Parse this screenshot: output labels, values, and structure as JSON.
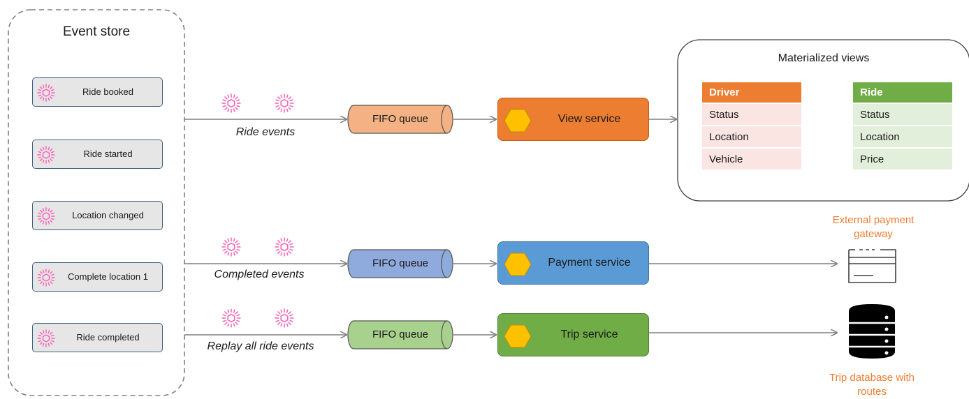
{
  "event_store": {
    "title": "Event store",
    "events": [
      {
        "label": "Ride booked"
      },
      {
        "label": "Ride started"
      },
      {
        "label": "Location changed"
      },
      {
        "label": "Complete location 1"
      },
      {
        "label": "Ride completed"
      }
    ]
  },
  "flows": [
    {
      "label": "Ride events",
      "queue": "FIFO queue",
      "queue_color": "#f4b183",
      "service": "View service",
      "service_color": "#ed7d31"
    },
    {
      "label": "Completed events",
      "queue": "FIFO queue",
      "queue_color": "#8faadc",
      "service": "Payment service",
      "service_color": "#5b9bd5"
    },
    {
      "label": "Replay all ride events",
      "queue": "FIFO queue",
      "queue_color": "#a9d18e",
      "service": "Trip service",
      "service_color": "#70ad47"
    }
  ],
  "materialized_views": {
    "title": "Materialized  views",
    "driver": {
      "header": "Driver",
      "rows": [
        "Status",
        "Location",
        "Vehicle"
      ],
      "header_color": "#ed7d31",
      "row_color": "#fbe5e3"
    },
    "ride": {
      "header": "Ride",
      "rows": [
        "Status",
        "Location",
        "Price"
      ],
      "header_color": "#70ad47",
      "row_color": "#e2efda"
    }
  },
  "external": {
    "payment_gateway": {
      "line1": "External payment",
      "line2": "gateway",
      "icon": "payment-gateway-icon"
    },
    "trip_database": {
      "line1": "Trip database with",
      "line2": "routes",
      "icon": "database-icon"
    }
  },
  "colors": {
    "event_icon": "#ff5cb6",
    "hexagon": "#ffc000",
    "accent_text": "#ed7d31",
    "arrow": "#7f7f7f"
  }
}
